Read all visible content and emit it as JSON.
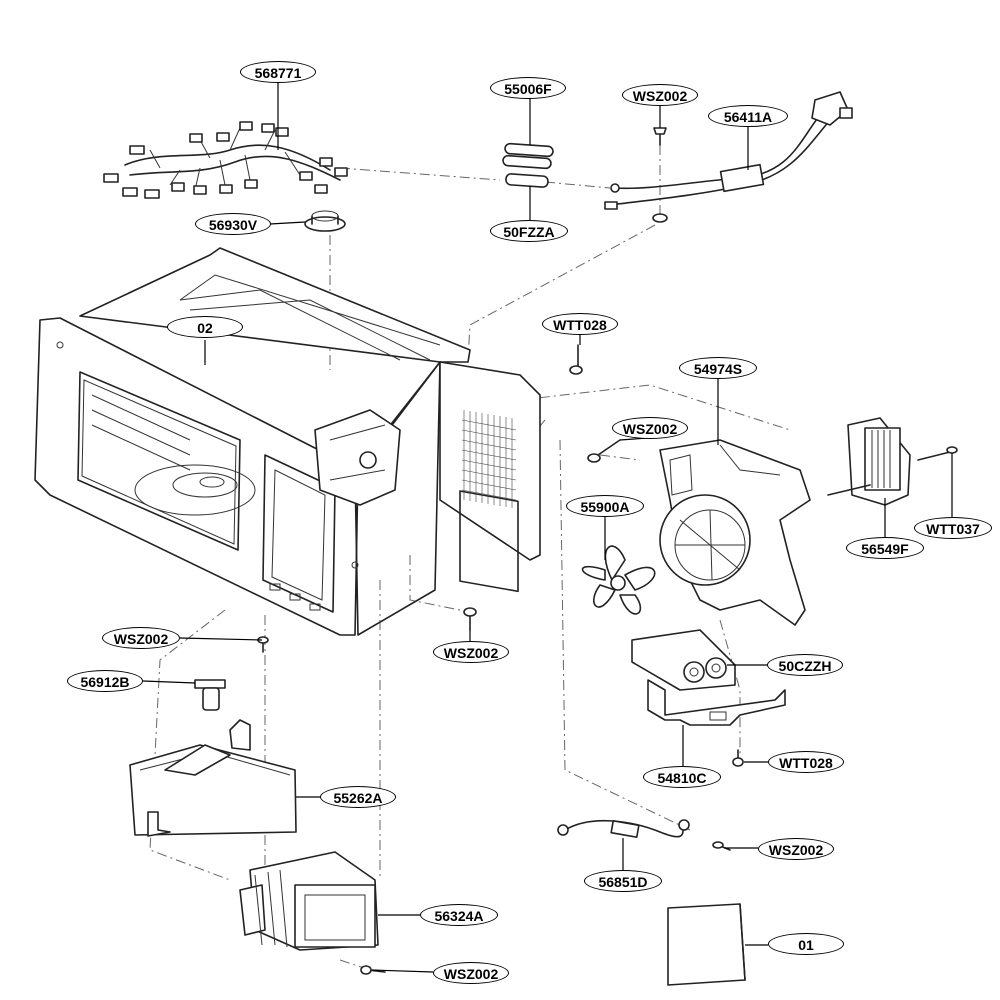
{
  "parts": [
    {
      "id": "p568771",
      "code": "568771"
    },
    {
      "id": "p55006F",
      "code": "55006F"
    },
    {
      "id": "pWSZ002a",
      "code": "WSZ002"
    },
    {
      "id": "p56411A",
      "code": "56411A"
    },
    {
      "id": "p56930V",
      "code": "56930V"
    },
    {
      "id": "p50FZZA",
      "code": "50FZZA"
    },
    {
      "id": "p02",
      "code": "02"
    },
    {
      "id": "pWTT028a",
      "code": "WTT028"
    },
    {
      "id": "p54974S",
      "code": "54974S"
    },
    {
      "id": "pWSZ002b",
      "code": "WSZ002"
    },
    {
      "id": "p55900A",
      "code": "55900A"
    },
    {
      "id": "pWTT037",
      "code": "WTT037"
    },
    {
      "id": "p56549F",
      "code": "56549F"
    },
    {
      "id": "pWSZ002c",
      "code": "WSZ002"
    },
    {
      "id": "pWSZ002d",
      "code": "WSZ002"
    },
    {
      "id": "p50CZZH",
      "code": "50CZZH"
    },
    {
      "id": "p56912B",
      "code": "56912B"
    },
    {
      "id": "pWTT028b",
      "code": "WTT028"
    },
    {
      "id": "p54810C",
      "code": "54810C"
    },
    {
      "id": "p55262A",
      "code": "55262A"
    },
    {
      "id": "pWSZ002e",
      "code": "WSZ002"
    },
    {
      "id": "p56851D",
      "code": "56851D"
    },
    {
      "id": "p56324A",
      "code": "56324A"
    },
    {
      "id": "p01",
      "code": "01"
    },
    {
      "id": "pWSZ002f",
      "code": "WSZ002"
    }
  ]
}
